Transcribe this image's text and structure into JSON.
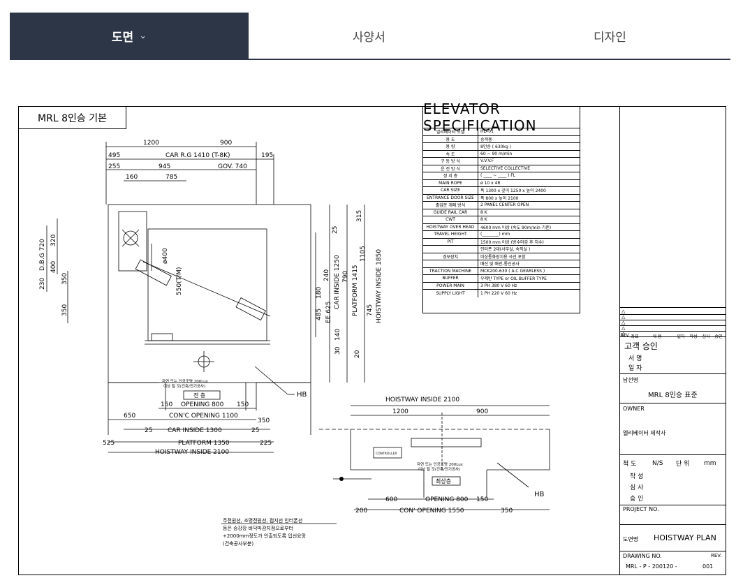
{
  "tabs": [
    {
      "label": "도면",
      "active": true,
      "chevron": "⌄"
    },
    {
      "label": "사양서",
      "active": false
    },
    {
      "label": "디자인",
      "active": false
    }
  ],
  "drawing": {
    "plan_title": "MRL 8인승 기본",
    "spec_title": "ELEVATOR  SPECIFICATION",
    "spec_rows": [
      {
        "k": "엘리베이터 모델",
        "v": "HD-01"
      },
      {
        "k": "용 도",
        "v": "승객용"
      },
      {
        "k": "용 량",
        "v": "8인승 ( 630kg )"
      },
      {
        "k": "속 도",
        "v": "60 ~ 90 m/min"
      },
      {
        "k": "구 동 방 식",
        "v": "V.V.V.F"
      },
      {
        "k": "운 전 방 식",
        "v": "SELECTIVE COLLECTIVE"
      },
      {
        "k": "정 지 층",
        "v": "( ____ ~ ____ ) FL"
      },
      {
        "k": "MAIN ROPE",
        "v": "ø 10 x 4R"
      },
      {
        "k": "CAR SIZE",
        "v": "폭 1300 x 깊이 1250 x 높이 2400"
      },
      {
        "k": "ENTRANCE  DOOR SIZE",
        "v": "폭 800 x 높이 2100"
      },
      {
        "k": "출입문 개폐 방식",
        "v": "2 PANEL  CENTER  OPEN"
      },
      {
        "k": "GUIDE RAIL  CAR",
        "v": "8 K"
      },
      {
        "k": "CWT",
        "v": "8 K"
      },
      {
        "k": "HOISTWAY  OVER HEAD",
        "v": "4600 mm 이상 (속도 90m/min 기준)"
      },
      {
        "k": "TRAVEL HEIGHT",
        "v": "(________) mm"
      },
      {
        "k": "PIT",
        "v": "1500 mm 이상 (방수마감 후 치수)"
      },
      {
        "k": "",
        "v": "인터폰 2대(사무실, 숙직실 )"
      },
      {
        "k": "경보장치",
        "v": "비상통화장치용 극선 포함"
      },
      {
        "k": "",
        "v": "배선 및 배관-통신공사"
      },
      {
        "k": "TRACTION MACHINE",
        "v": "MCK200-630 ( A.C  GEARLESS )"
      },
      {
        "k": "BUFFER",
        "v": "우레탄 TYPE or OIL BUFFER TYPE"
      },
      {
        "k": "POWER  MAIN",
        "v": "3 PH  380 V  60 Hz"
      },
      {
        "k": "SUPPLY  LIGHT",
        "v": "1 PH  220 V  60 Hz"
      }
    ],
    "dims_top": {
      "d1200": "1200",
      "d900": "900",
      "d495": "495",
      "car_rg": "CAR R.G 1410 (T-8K)",
      "d195": "195",
      "d255": "255",
      "d945": "945",
      "gov": "GOV. 740",
      "d160": "160",
      "d785": "785"
    },
    "dims_left": {
      "dbg": "D.B.G 720",
      "d320": "320",
      "d400": "400",
      "d230": "230",
      "d350a": "350",
      "d350b": "350"
    },
    "dims_right": {
      "d315": "315",
      "d25": "25",
      "d1105": "1105",
      "d1850": "HOISTWAY INSIDE 1850",
      "d240": "240",
      "d790": "790",
      "d180": "180",
      "car_inside": "CAR INSIDE 1250",
      "platform": "PLATFORM 1415",
      "d485": "485",
      "ee625": "EE 625",
      "d745": "745",
      "d140": "140",
      "d30": "30",
      "d20": "20"
    },
    "dims_inner": {
      "d400": "ø400",
      "d550": "550(T/M)"
    },
    "dims_bottom": {
      "d150a": "150",
      "opening": "OPENING 800",
      "d150b": "150",
      "d650": "650",
      "cons_opening": "CON'C OPENING 1100",
      "d350": "350",
      "d25a": "25",
      "car_inside": "CAR INSIDE 1300",
      "d25b": "25",
      "d525": "525",
      "platform": "PLATFORM 1350",
      "d225": "225",
      "hoistway": "HOISTWAY INSIDE 2100"
    },
    "hall_note1": "자연 또는 인공조명 200Lux",
    "hall_note2": "이상 될 것(건축/전기공사)",
    "hall_label": "전 층",
    "hb": "HB",
    "lower": {
      "hoistway": "HOISTWAY INSIDE 2100",
      "d1200": "1200",
      "d900": "900",
      "controller": "CONTROLLER",
      "note1": "자연 또는 인공조명 200Lux",
      "note2": "이상 될 것(건축/전기공사)",
      "floor": "최상층",
      "d600": "600",
      "opening": "OPENING 800",
      "d150": "150",
      "d200": "200",
      "cons_opening": "CON' OPENING 1550",
      "d350": "350",
      "hb": "HB"
    },
    "footnote": [
      "주전원선, 조명전원선, 접지선 인터폰선",
      "등은 승강장 바닥마감지점으로부터",
      "+2000mm정도가 인출되도록 입선요망",
      "(건축공사부분)"
    ],
    "titleblock": {
      "rev_cols": [
        "REV.",
        "좌표",
        "내  용",
        "일자",
        "작성",
        "심사",
        "승인"
      ],
      "rev_marks": [
        "△",
        "△",
        "△",
        "△",
        "△"
      ],
      "client": "고객 승인",
      "sign": "서 명",
      "date": "일 자",
      "site_label": "남선명",
      "site": "MRL 8인승 표준",
      "owner": "OWNER",
      "maker": "엘리베이터 제작사",
      "scale_label": "척 도",
      "scale": "N/S",
      "unit_label": "단 위",
      "unit": "mm",
      "drawn": "작 성",
      "checked": "심 사",
      "approved": "승 인",
      "project": "PROJECT NO.",
      "dwg_name_label": "도면명",
      "dwg_name": "HOISTWAY PLAN",
      "dwg_no_label": "DRAWING NO.",
      "rev_label": "REV.",
      "dwg_no": "MRL - P - 200120 -",
      "dwg_rev": "001"
    }
  }
}
